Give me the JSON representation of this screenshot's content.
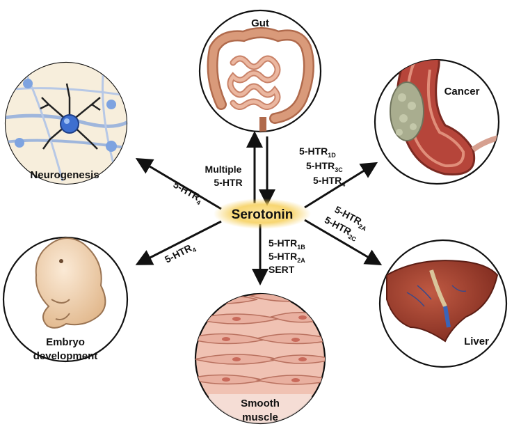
{
  "center": {
    "label": "Serotonin"
  },
  "nodes": {
    "gut": {
      "title": "Gut",
      "icon": "intestine-icon"
    },
    "neurogenesis": {
      "title": "Neurogenesis",
      "icon": "neuron-icon"
    },
    "cancer": {
      "title": "Cancer",
      "icon": "colon-tumor-icon"
    },
    "embryo": {
      "title_line1": "Embryo",
      "title_line2": "development",
      "icon": "embryo-icon"
    },
    "liver": {
      "title": "Liver",
      "icon": "liver-icon"
    },
    "smooth_muscle": {
      "title_line1": "Smooth",
      "title_line2": "muscle",
      "icon": "muscle-cells-icon"
    }
  },
  "edges": {
    "gut": {
      "line1": "Multiple",
      "line2": "5-HTR"
    },
    "neurogenesis": {
      "base": "5-HTR",
      "sub": "4"
    },
    "embryo": {
      "base": "5-HTR",
      "sub": "4"
    },
    "cancer": [
      {
        "base": "5-HTR",
        "sub": "1D"
      },
      {
        "base": "5-HTR",
        "sub": "3C"
      },
      {
        "base": "5-HTR",
        "sub": "4"
      }
    ],
    "liver": [
      {
        "base": "5-HTR",
        "sub": "2A"
      },
      {
        "base": "5-HTR",
        "sub": "2C"
      }
    ],
    "smooth_muscle": [
      {
        "base": "5-HTR",
        "sub": "1B"
      },
      {
        "base": "5-HTR",
        "sub": "2A"
      },
      {
        "base": "SERT",
        "sub": ""
      }
    ]
  },
  "colors": {
    "serotonin_glow": "#f6cf5a",
    "outline": "#111111",
    "gut_tissue": "#d99a7a",
    "colon": "#b6453a",
    "tumor": "#a9ad8f",
    "liver": "#9c3a2a",
    "muscle": "#e9b0a0",
    "embryo": "#f2d5b6",
    "neuron_bg": "#f7eedc",
    "neuron": "#4a7fd6"
  }
}
